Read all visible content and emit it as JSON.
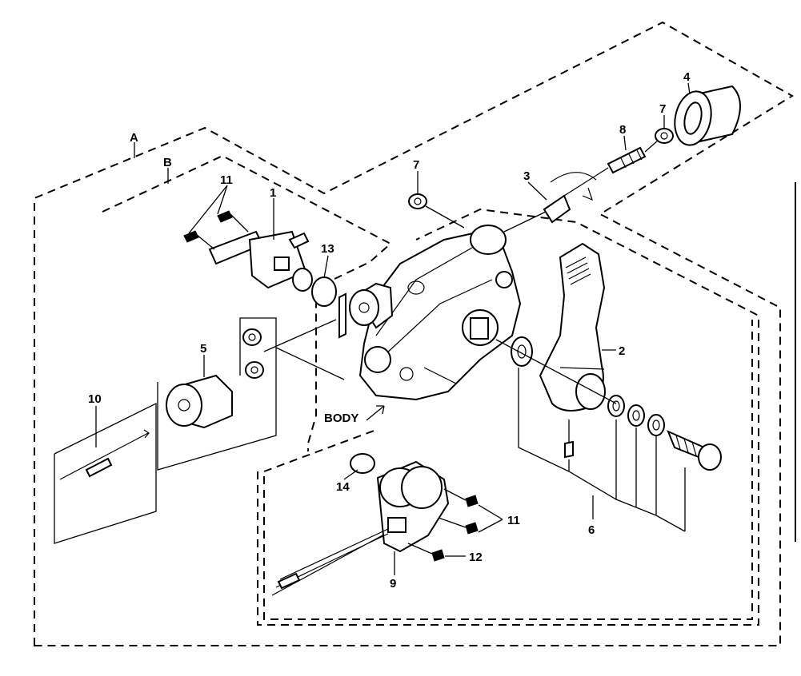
{
  "diagram": {
    "callouts": {
      "A": "A",
      "B": "B",
      "p1": "1",
      "p2": "2",
      "p3": "3",
      "p4": "4",
      "p5": "5",
      "p6": "6",
      "p7a": "7",
      "p7b": "7",
      "p8": "8",
      "p9": "9",
      "p10": "10",
      "p11a": "11",
      "p11b": "11",
      "p12": "12",
      "p13": "13",
      "p14": "14",
      "body": "BODY"
    }
  }
}
